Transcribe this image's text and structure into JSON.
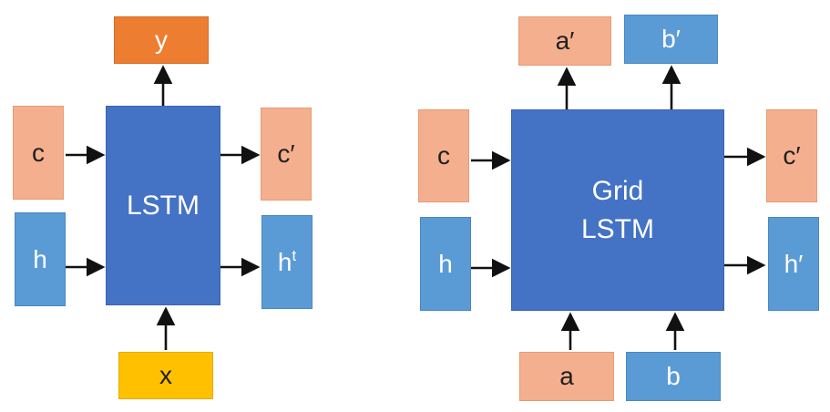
{
  "left": {
    "core": "LSTM",
    "input_c": "c",
    "input_h": "h",
    "output_c": "c′",
    "output_h_base": "h",
    "output_h_sup": "t",
    "output_y": "y",
    "input_x": "x"
  },
  "right": {
    "core": "Grid\nLSTM",
    "input_c": "c",
    "input_h": "h",
    "output_c": "c′",
    "output_h": "h′",
    "output_a": "a′",
    "output_b": "b′",
    "input_a": "a",
    "input_b": "b"
  },
  "colors": {
    "memory": "#f4b08e",
    "hidden": "#5b9bd5",
    "core": "#4472c4",
    "output": "#ed7d31",
    "input": "#ffc000"
  }
}
